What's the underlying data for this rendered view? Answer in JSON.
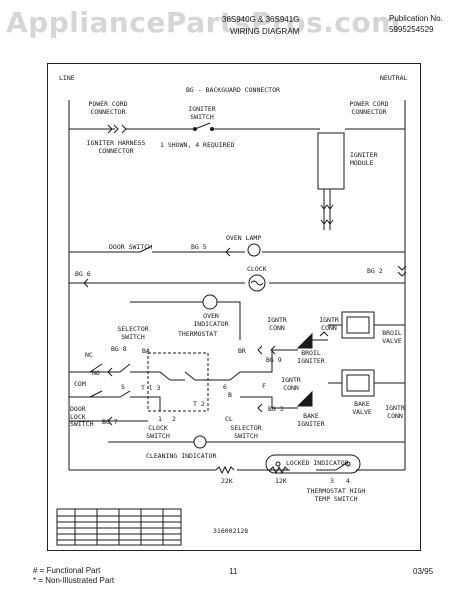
{
  "watermark": "AppliancePartsPros.com",
  "header": {
    "models": "36S940G & 36S941G",
    "title": "WIRING DIAGRAM",
    "publication_label": "Publication No.",
    "publication_number": "5995254529"
  },
  "diagram": {
    "line": "LINE",
    "neutral": "NEUTRAL",
    "bg_legend": "BG - BACKGUARD CONNECTOR",
    "power_cord_left": "POWER CORD CONNECTOR",
    "power_cord_right": "POWER CORD CONNECTOR",
    "igniter_switch": "IGNITER SWITCH",
    "igniter_harness": "IGNITER HARNESS CONNECTOR",
    "shown_required": "1 SHOWN, 4 REQUIRED",
    "igniter_module": "IGNITER MODULE",
    "oven_lamp": "OVEN LAMP",
    "door_switch": "DOOR SWITCH",
    "bg5": "BG 5",
    "bg6": "BG 6",
    "clock": "CLOCK",
    "bg2": "BG 2",
    "oven_indicator": "OVEN INDICATOR",
    "ignitr_conn_1": "IGNTR CONN",
    "ignitr_conn_2": "IGNTR CONN",
    "selector_switch": "SELECTOR SWITCH",
    "thermostat": "THERMOSTAT",
    "broil_valve": "BROIL VALVE",
    "nc": "NC",
    "bg8": "BG 8",
    "ba": "BA",
    "br": "BR",
    "bg9": "BG 9",
    "broil_igniter": "BROIL IGNITER",
    "no": "NO",
    "com": "COM",
    "s": "S",
    "tl3": "T l 3",
    "t2": "T 2",
    "six": "6",
    "b": "B",
    "f": "F",
    "ignitr_conn_3": "IGNTR CONN",
    "bake_valve": "BAKE VALVE",
    "ignitr_conn_4": "IGNTR CONN",
    "door_lock_switch": "DOOR LOCK SWITCH",
    "bg7": "BG 7",
    "one": "1",
    "two": "2",
    "cl": "CL",
    "bg3": "BG 3",
    "bake_igniter": "BAKE IGNITER",
    "clock_switch": "CLOCK SWITCH",
    "selector_switch_2": "SELECTOR SWITCH",
    "cleaning_indicator": "CLEANING INDICATOR",
    "locked_indicator": "LOCKED INDICATOR",
    "r22k": "22K",
    "r12k": "12K",
    "r3": "3",
    "r4": "4",
    "thermostat_high_temp": "THERMOSTAT HIGH TEMP SWITCH",
    "part_number": "316002128"
  },
  "footer": {
    "functional": "# = Functional Part",
    "non_illustrated": "* = Non-Illustrated Part",
    "page": "11",
    "date": "03/95"
  },
  "colors": {
    "ink": "#1a1a1a",
    "watermark": "#d6d6d6",
    "paper": "#ffffff"
  }
}
